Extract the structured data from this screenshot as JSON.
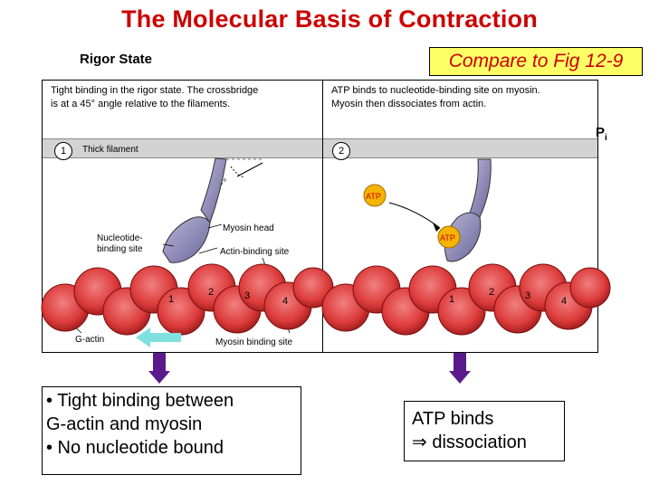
{
  "title": "The Molecular Basis of Contraction",
  "subtitle_left": "Rigor State",
  "compare": "Compare to Fig 12-9",
  "pi_label": "P",
  "pi_sub": "i",
  "panel1": {
    "caption_line1": "Tight binding in the rigor state. The crossbridge",
    "caption_line2": "is at a 45° angle relative to the filaments.",
    "step": "1",
    "thick": "Thick filament",
    "angle": "45°",
    "myosin_head": "Myosin head",
    "nucleotide_1": "Nucleotide-",
    "nucleotide_2": "binding site",
    "actin_binding": "Actin-binding site",
    "gactin": "G-actin",
    "myosin_binding": "Myosin binding site",
    "beads": [
      "1",
      "2",
      "3",
      "4"
    ]
  },
  "panel2": {
    "caption_line1": "ATP binds to nucleotide-binding site on myosin.",
    "caption_line2": "Myosin then dissociates from actin.",
    "step": "2",
    "atp1": "ATP",
    "atp2": "ATP",
    "beads": [
      "1",
      "2",
      "3",
      "4"
    ]
  },
  "box1": {
    "line1": "• Tight binding between",
    "line2": "G-actin and myosin",
    "line3": "• No nucleotide bound"
  },
  "box2": {
    "line1": "ATP binds",
    "line2": "⇒  dissociation"
  }
}
